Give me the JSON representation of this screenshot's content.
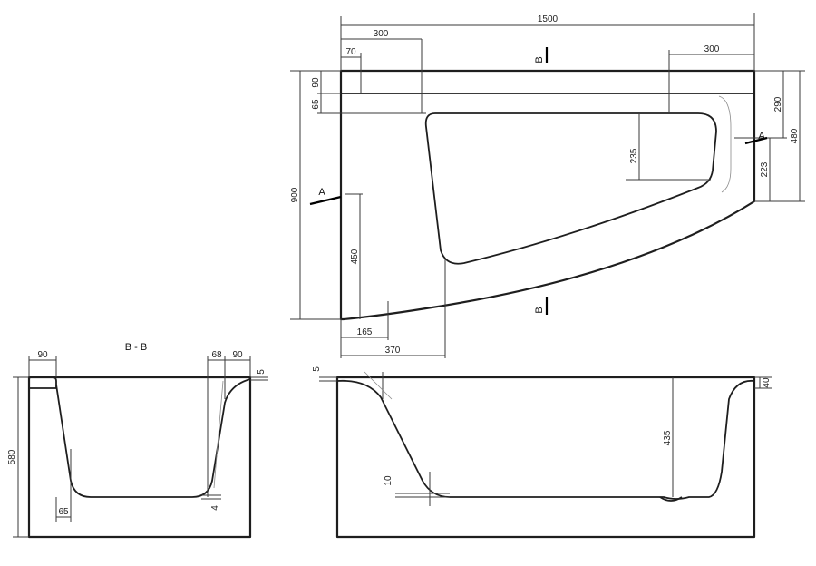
{
  "plan": {
    "width_total": "1500",
    "left_offset": "300",
    "left_margin": "70",
    "right_offset": "300",
    "rim_top": "90",
    "rim_step": "65",
    "height_total": "900",
    "height_lower": "450",
    "bottom_left": "165",
    "bottom_curve": "370",
    "right_upper": "290",
    "right_total": "480",
    "right_lower": "223",
    "basin_depth": "235"
  },
  "section_bb": {
    "title": "B - B",
    "rim_left": "90",
    "rim_right": "90",
    "rim_inner": "68",
    "lip": "5",
    "height": "580",
    "floor_offset": "65",
    "floor_thickness": "4"
  },
  "section_aa": {
    "lip": "5",
    "rim_right": "40",
    "depth": "435",
    "floor": "10"
  },
  "markers": {
    "section_a": "A",
    "section_b": "B"
  }
}
